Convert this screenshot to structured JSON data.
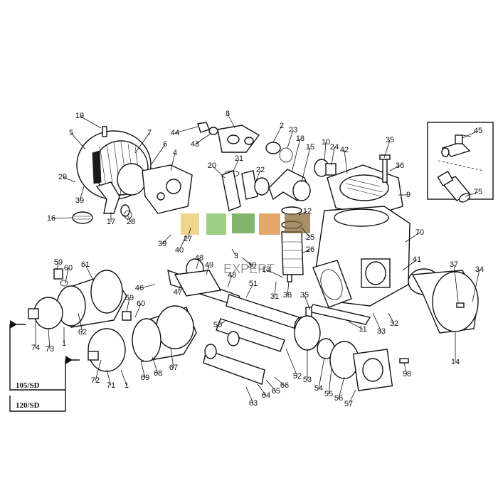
{
  "part_numbers": [
    "19",
    "5",
    "7",
    "6",
    "4",
    "29",
    "39",
    "16",
    "17",
    "28",
    "39",
    "40",
    "27",
    "44",
    "43",
    "8",
    "2",
    "23",
    "21",
    "20",
    "22",
    "3",
    "30",
    "18",
    "15",
    "10",
    "24",
    "42",
    "35",
    "36",
    "9",
    "12",
    "25",
    "26",
    "13",
    "38",
    "31",
    "70",
    "41",
    "35",
    "11",
    "33",
    "32",
    "37",
    "34",
    "14",
    "59",
    "60",
    "61",
    "62",
    "74",
    "73",
    "1",
    "46",
    "47",
    "48",
    "49",
    "48",
    "51",
    "50",
    "59",
    "60",
    "72",
    "71",
    "1",
    "69",
    "68",
    "67",
    "53",
    "52",
    "66",
    "65",
    "64",
    "63",
    "54",
    "55",
    "56",
    "57",
    "58",
    "45",
    "75"
  ],
  "models": {
    "a": "105/SD",
    "b": "120/SD"
  },
  "watermark": {
    "text": "EXPERT",
    "tile_colors": [
      "#e8c86a",
      "#7bbf59",
      "#5a9e3c",
      "#d98a3a",
      "#8a6a3a"
    ]
  }
}
